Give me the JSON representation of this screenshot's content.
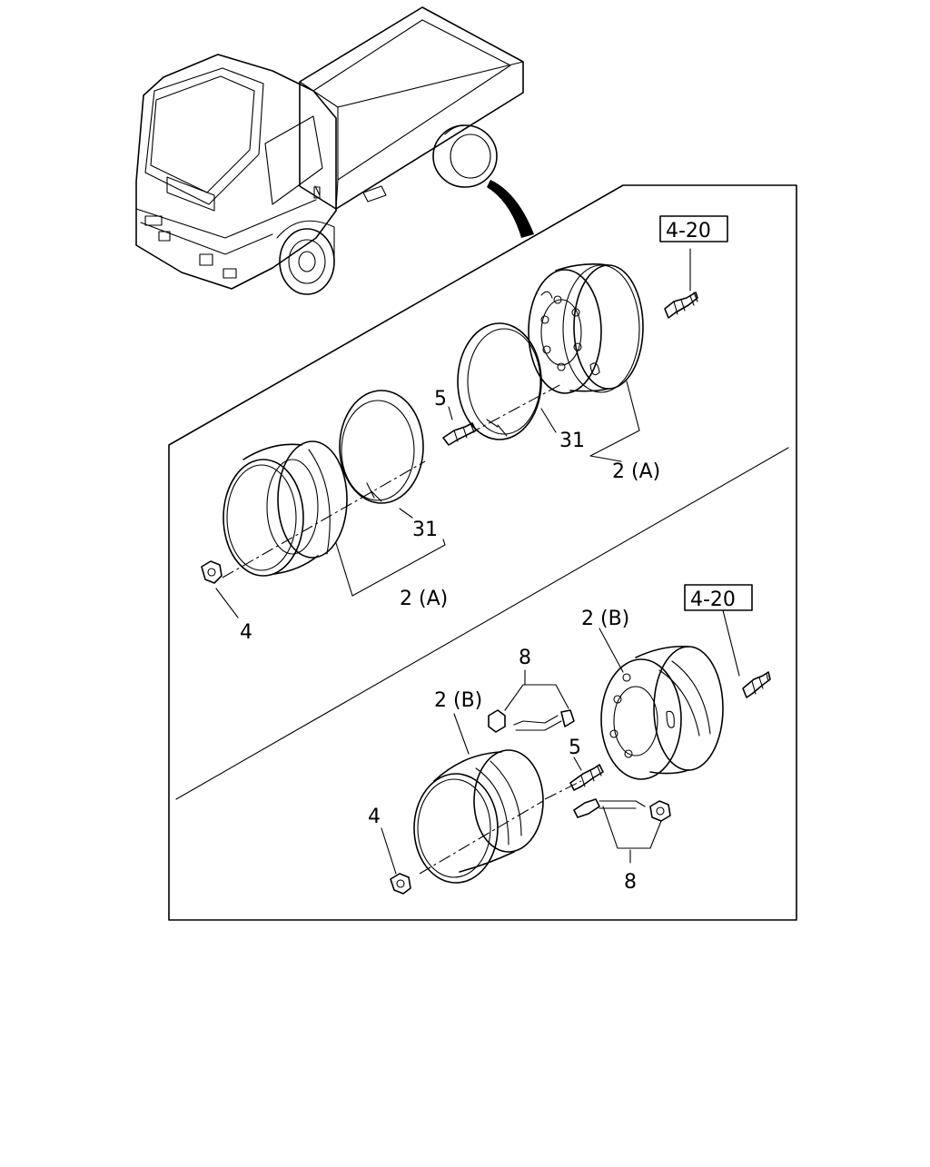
{
  "diagram": {
    "labels": {
      "ref_top": "4-20",
      "ref_bottom": "4-20",
      "rim_top_right": "2 (A)",
      "rim_top_left": "2 (A)",
      "ring_right": "31",
      "ring_left": "31",
      "bolt_top": "5",
      "nut_top": "4",
      "rim_bottom_right": "2 (B)",
      "rim_bottom_left": "2 (B)",
      "ext_top": "8",
      "ext_bottom": "8",
      "bolt_bottom": "5",
      "nut_bottom": "4"
    }
  }
}
